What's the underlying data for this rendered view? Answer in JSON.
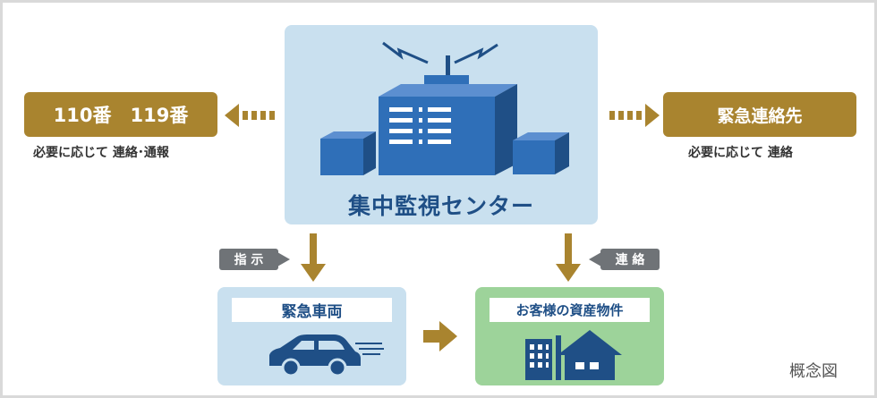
{
  "center": {
    "label": "集中監視センター"
  },
  "left": {
    "label": "110番　119番",
    "sub": "必要に応じて 連絡･通報"
  },
  "right": {
    "label": "緊急連絡先",
    "sub": "必要に応じて 連絡"
  },
  "vehicle": {
    "label": "緊急車両"
  },
  "property": {
    "label": "お客様の資産物件"
  },
  "tags": {
    "instruction": "指 示",
    "contact": "連 絡"
  },
  "footer": {
    "concept": "概念図"
  },
  "colors": {
    "navy": "#1f4f86",
    "blue": "#2f6fb8",
    "gold": "#a9842f",
    "light_blue": "#c9e0ef",
    "green": "#9dd39a",
    "gray": "#6f7377"
  }
}
